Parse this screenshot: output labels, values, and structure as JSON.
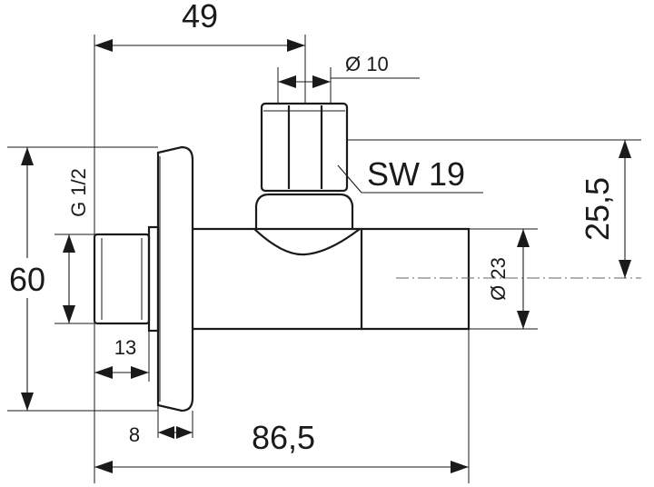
{
  "dimensions": {
    "top_overall": "49",
    "outlet_diameter": "Ø 10",
    "wrench_size": "SW 19",
    "height_offset": "25,5",
    "body_diameter": "Ø 23",
    "total_height": "60",
    "inlet_thread": "G 1/2",
    "thread_length": "13",
    "flange_thickness": "8",
    "total_length": "86,5"
  },
  "colors": {
    "line": "#1a1a1a",
    "background": "#ffffff"
  }
}
